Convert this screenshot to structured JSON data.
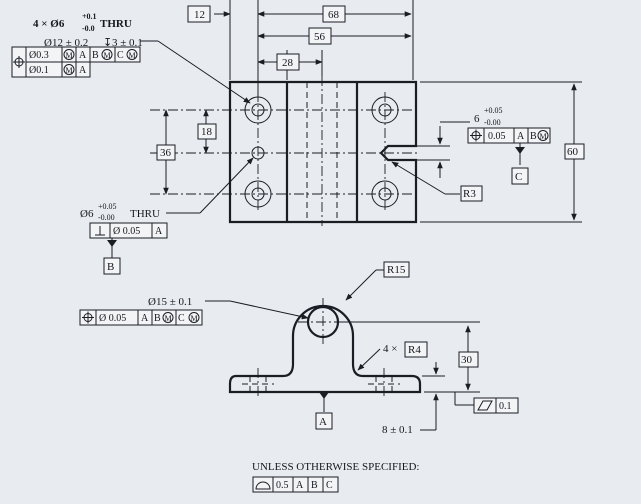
{
  "top": {
    "holes_callout": {
      "qty": "4 × Ø6",
      "tol_plus": "+0.1",
      "tol_minus": "-0.0",
      "thru": "THRU"
    },
    "cbore": {
      "text": "Ø12 ± 0.2",
      "depth_symbol": "↧",
      "depth": "3 ± 0.1"
    },
    "fcf_pos": {
      "row1": [
        "Ø0.3",
        "M",
        "A",
        "B",
        "M",
        "C",
        "M"
      ],
      "row2": [
        "Ø0.1",
        "M",
        "A"
      ]
    },
    "dims": {
      "d12": "12",
      "d68": "68",
      "d56": "56",
      "d28": "28",
      "d18": "18",
      "d36": "36",
      "d60": "60",
      "r3": "R3"
    },
    "slot": {
      "nominal": "6",
      "tol_plus": "+0.05",
      "tol_minus": "-0.00"
    },
    "slot_fcf": [
      "0.05",
      "A",
      "B",
      "M"
    ],
    "datum_c": "C",
    "center_hole": {
      "text": "Ø6",
      "tol_plus": "+0.05",
      "tol_minus": "-0.00",
      "thru": "THRU"
    },
    "perp_fcf": {
      "value": "Ø 0.05",
      "ref": "A"
    },
    "datum_b": "B"
  },
  "front": {
    "r15": "R15",
    "bore": "Ø15 ± 0.1",
    "bore_fcf": [
      "Ø 0.05",
      "A",
      "B",
      "M",
      "C",
      "M"
    ],
    "r4_prefix": "4 ×",
    "r4": "R4",
    "d30": "30",
    "flat_fcf": "0.1",
    "datum_a": "A",
    "d8": "8 ± 0.1"
  },
  "notes": {
    "unless": "UNLESS OTHERWISE SPECIFIED:",
    "profile_fcf": [
      "0.5",
      "A",
      "B",
      "C"
    ]
  }
}
